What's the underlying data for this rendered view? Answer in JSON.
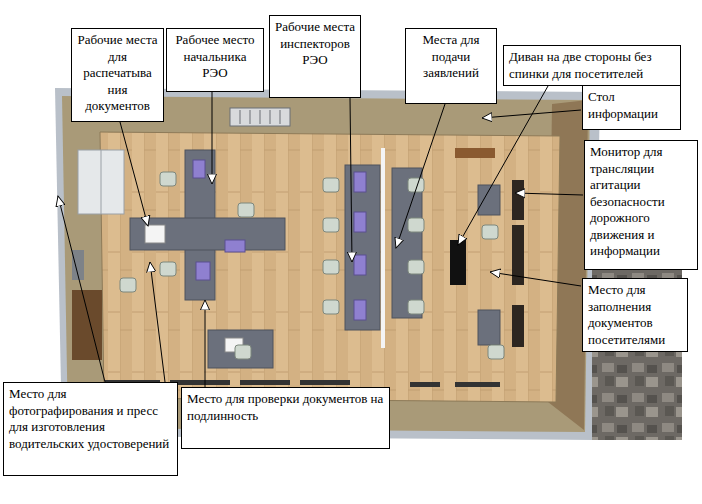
{
  "diagram": {
    "nodes": [
      {
        "text": [
          "Рабочие места для распечатыва ния документов"
        ]
      },
      {
        "text": [
          "Рабочее место начальника РЭО"
        ]
      },
      {
        "text": [
          "Рабочие места инспекторов РЭО"
        ]
      },
      {
        "text": [
          "Места для подачи заявлений"
        ]
      },
      {
        "text": [
          "Диван на две стороны без спинки для посетителей"
        ]
      },
      {
        "text": [
          "Стол информации"
        ]
      },
      {
        "text": [
          "Монитор для трансляции агитации безопасности дорожного движения и информации"
        ]
      },
      {
        "text": [
          "Место для заполнения документов посетителями"
        ]
      },
      {
        "text": [
          "Место для фотографирования и пресс для изготовления водительских удостоверений"
        ]
      },
      {
        "text": [
          "Место для проверки документов на подлинность"
        ]
      }
    ]
  }
}
